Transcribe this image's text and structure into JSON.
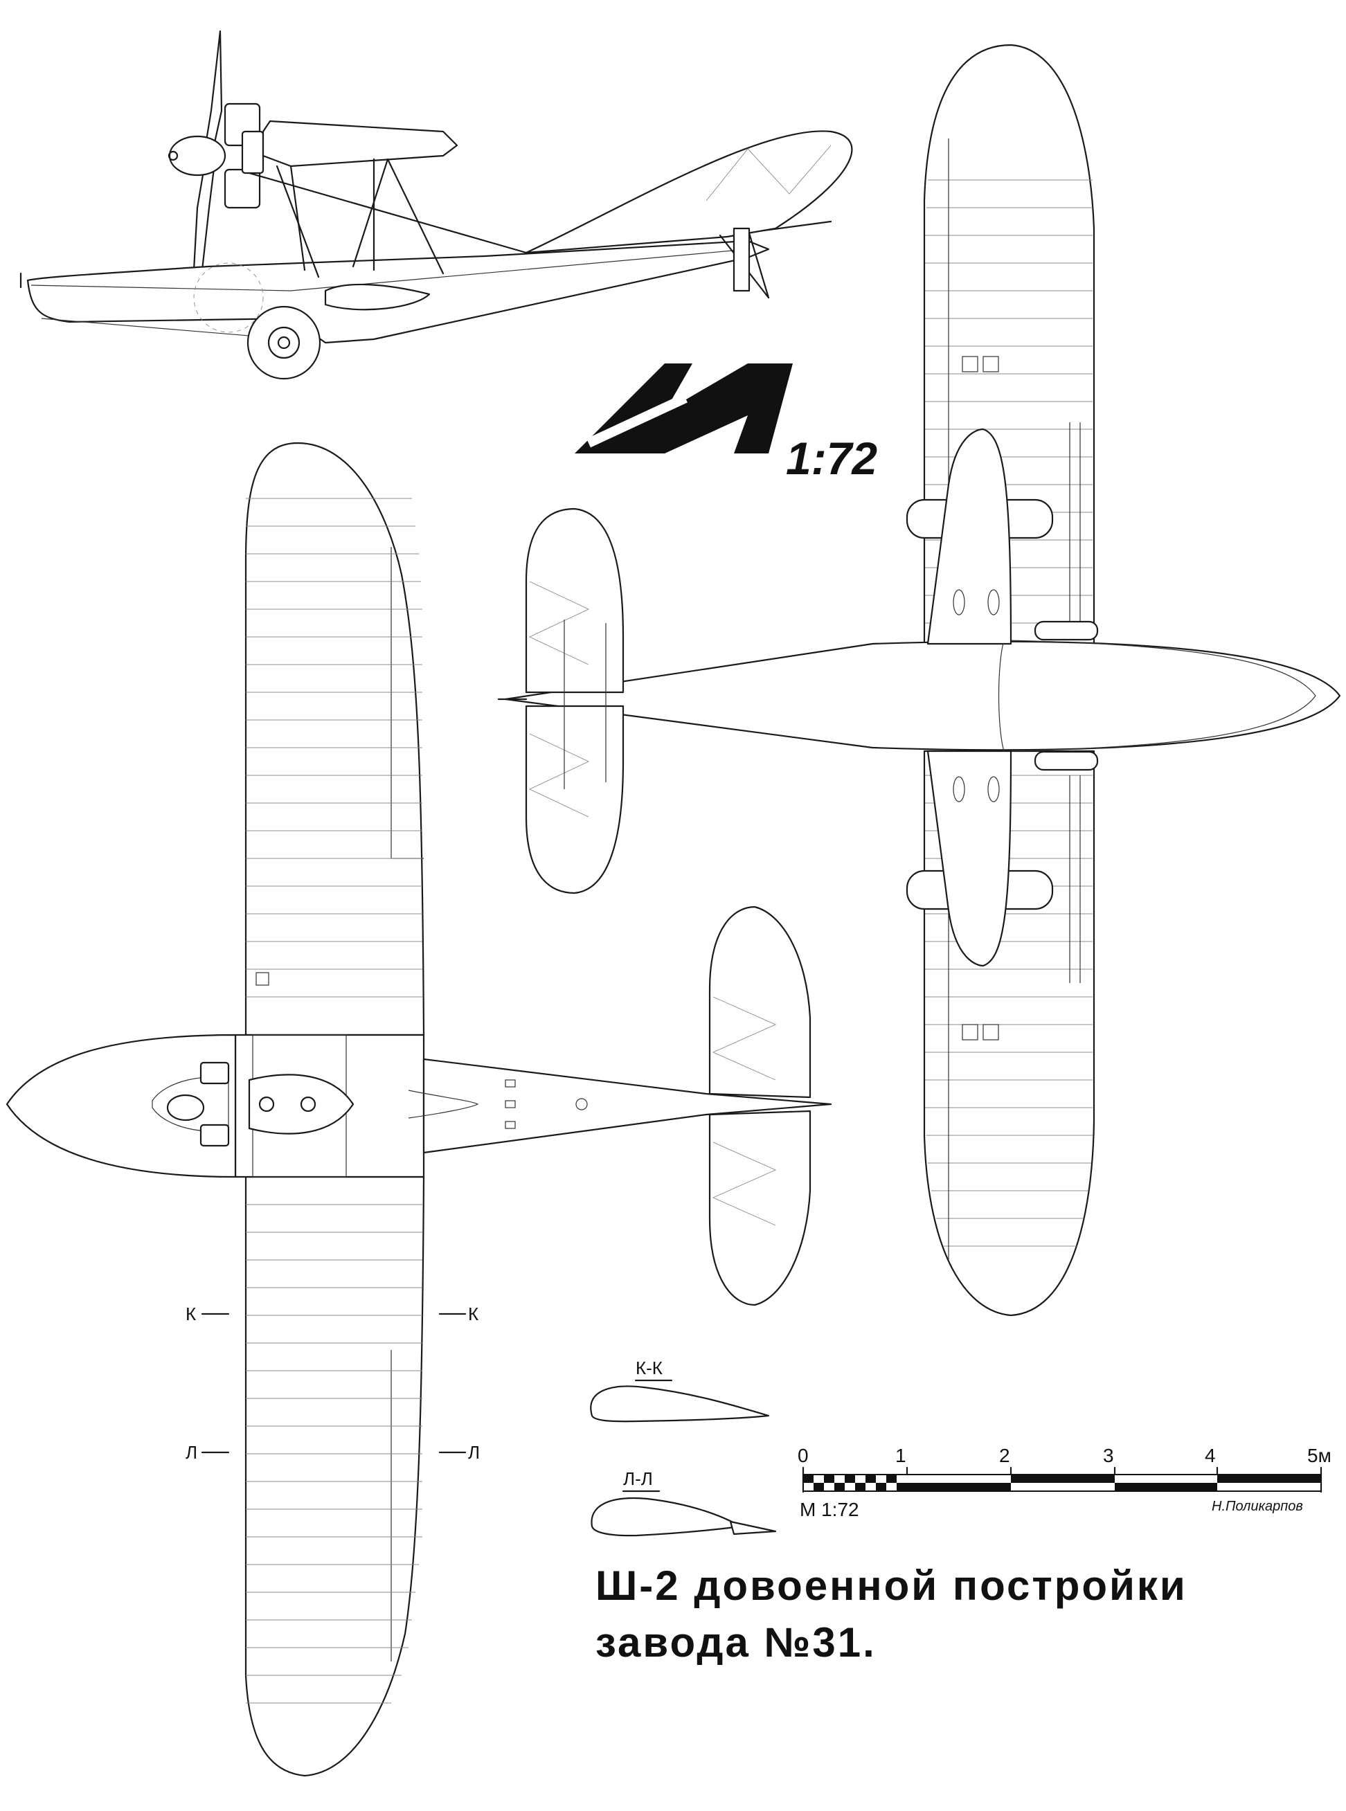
{
  "logo": {
    "scale_text": "1:72",
    "letter": "M"
  },
  "sections": [
    {
      "id": "kk",
      "left_marker": "К",
      "right_marker": "К",
      "profile_label": "К-К"
    },
    {
      "id": "ll",
      "left_marker": "Л",
      "right_marker": "Л",
      "profile_label": "Л-Л"
    }
  ],
  "scale_bar": {
    "ticks": [
      "0",
      "1",
      "2",
      "3",
      "4",
      "5м"
    ],
    "ratio_label": "М 1:72",
    "author": "Н.Поликарпов"
  },
  "title_lines": [
    "Ш-2 довоенной постройки",
    "завода №31."
  ]
}
